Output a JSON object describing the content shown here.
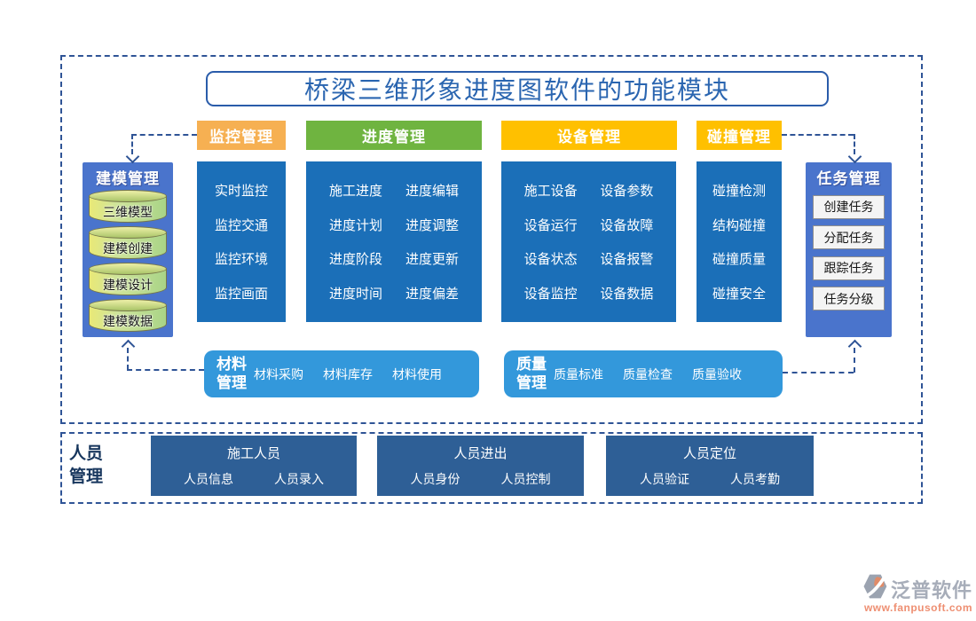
{
  "title": "桥梁三维形象进度图软件的功能模块",
  "modeling": {
    "title": "建模管理",
    "items": [
      "三维模型",
      "建模创建",
      "建模设计",
      "建模数据"
    ]
  },
  "monitor": {
    "header": "监控管理",
    "items": [
      "实时监控",
      "监控交通",
      "监控环境",
      "监控画面"
    ]
  },
  "progress": {
    "header": "进度管理",
    "rows": [
      [
        "施工进度",
        "进度编辑"
      ],
      [
        "进度计划",
        "进度调整"
      ],
      [
        "进度阶段",
        "进度更新"
      ],
      [
        "进度时间",
        "进度偏差"
      ]
    ]
  },
  "device": {
    "header": "设备管理",
    "rows": [
      [
        "施工设备",
        "设备参数"
      ],
      [
        "设备运行",
        "设备故障"
      ],
      [
        "设备状态",
        "设备报警"
      ],
      [
        "设备监控",
        "设备数据"
      ]
    ]
  },
  "collision": {
    "header": "碰撞管理",
    "items": [
      "碰撞检测",
      "结构碰撞",
      "碰撞质量",
      "碰撞安全"
    ]
  },
  "task": {
    "title": "任务管理",
    "items": [
      "创建任务",
      "分配任务",
      "跟踪任务",
      "任务分级"
    ]
  },
  "material": {
    "title_line1": "材料",
    "title_line2": "管理",
    "items": [
      "材料采购",
      "材料库存",
      "材料使用"
    ]
  },
  "quality": {
    "title_line1": "质量",
    "title_line2": "管理",
    "items": [
      "质量标准",
      "质量检查",
      "质量验收"
    ]
  },
  "personnel": {
    "label_line1": "人员",
    "label_line2": "管理",
    "groups": [
      {
        "title": "施工人员",
        "items": [
          "人员信息",
          "人员录入"
        ]
      },
      {
        "title": "人员进出",
        "items": [
          "人员身份",
          "人员控制"
        ]
      },
      {
        "title": "人员定位",
        "items": [
          "人员验证",
          "人员考勤"
        ]
      }
    ]
  },
  "logo": {
    "name": "泛普软件",
    "url": "www.fanpusoft.com"
  },
  "colors": {
    "dashed": "#2F5496",
    "column_blue": "#1B6FB8",
    "box_blue": "#4A74CC",
    "light_blue": "#3398DB",
    "dark_blue": "#2E5F96",
    "header_orange": "#F6B052",
    "header_green": "#6FB440",
    "header_gold": "#FFC000",
    "title_blue": "#2A65B0"
  }
}
